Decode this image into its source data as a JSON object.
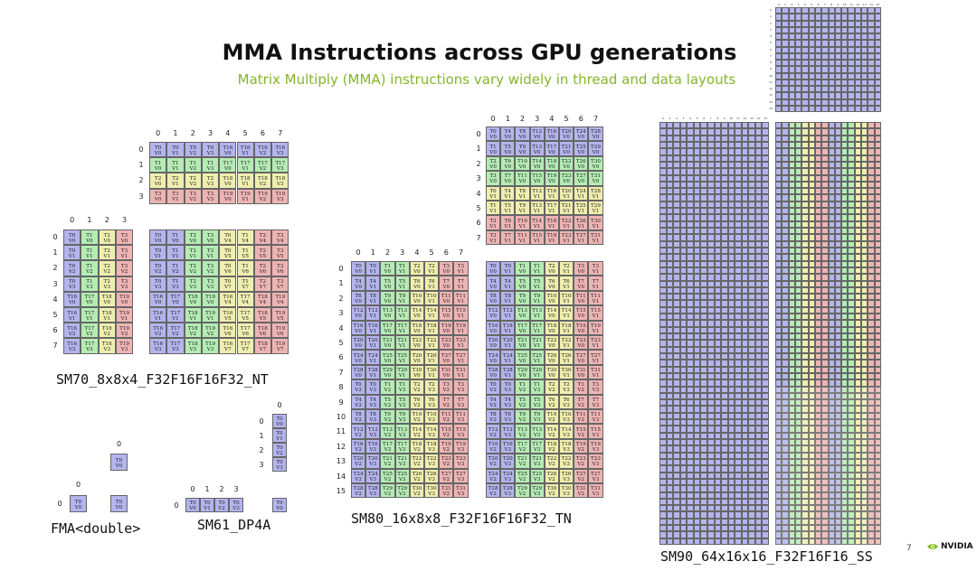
{
  "title": "MMA Instructions across GPU generations",
  "subtitle": "Matrix Multiply (MMA) instructions vary widely in thread and data layouts",
  "labels": {
    "sm70": "SM70_8x8x4_F32F16F16F32_NT",
    "sm80": "SM80_16x8x8_F32F16F16F32_TN",
    "sm90": "SM90_64x16x16_F32F16F16_SS",
    "sm61": "SM61_DP4A",
    "fma": "FMA<double>"
  },
  "fma": {
    "t": "T0",
    "v": "V0",
    "row": "0",
    "col": "0"
  },
  "page_number": "7",
  "brand": "NVIDIA",
  "colors": {
    "blue": "#b4b4ee",
    "green": "#b4ecb4",
    "yellow": "#f0eeae",
    "red": "#eeb4b4",
    "subtitle": "#86b52c",
    "logo": "#76b900"
  }
}
